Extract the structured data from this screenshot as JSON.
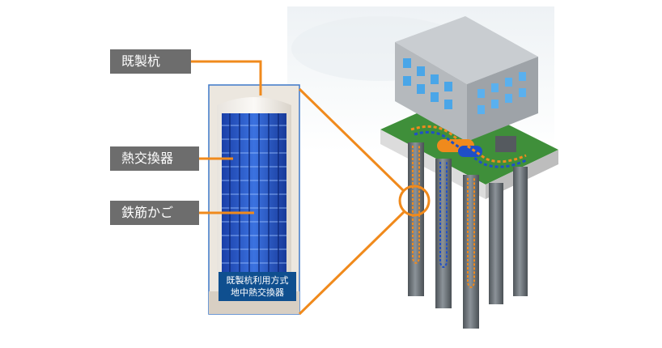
{
  "labels": {
    "pile": "既製杭",
    "heat_exchanger": "熱交換器",
    "rebar_cage": "鉄筋かご"
  },
  "caption": {
    "line1": "既製杭利用方式",
    "line2": "地中熱交換器"
  },
  "colors": {
    "accent_orange": "#f08a1c",
    "label_gray": "#6d6d6d",
    "caption_blue": "#0f4f8f",
    "pipe_blue": "#1f4fc8",
    "building_gray": "#bfc3c7",
    "window_blue": "#4aa6e8",
    "ground_green": "#3f8f3a",
    "pile_gray": "#6f757a"
  },
  "icons": [
    "building-icon",
    "pile-icon",
    "heat-pump-icon"
  ]
}
